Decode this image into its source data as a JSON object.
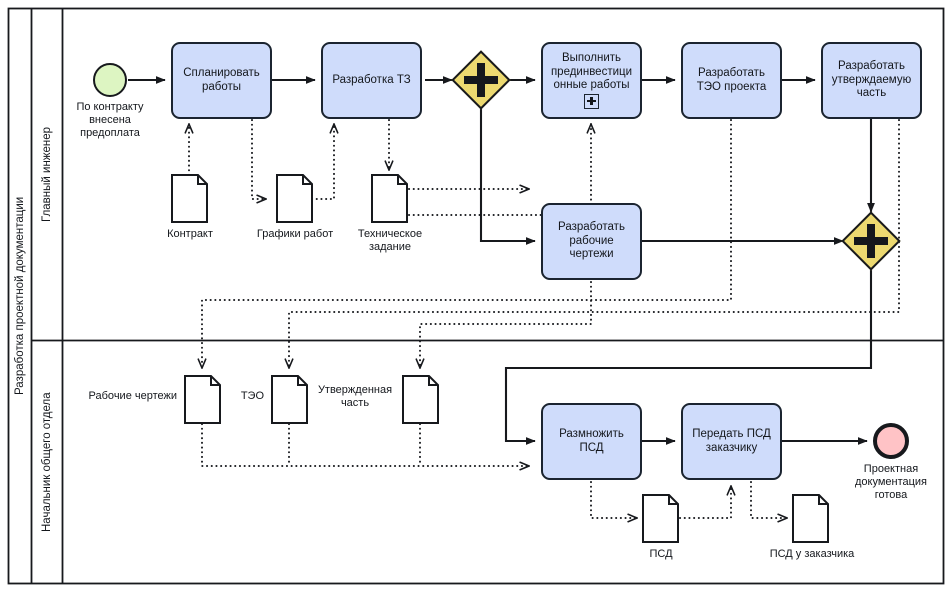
{
  "diagram": {
    "type": "bpmn",
    "title_pool": "Разработка проектной документации",
    "lanes": [
      {
        "id": "lane-engineer",
        "label": "Главный инженер"
      },
      {
        "id": "lane-dept-head",
        "label": "Начальник общего отдела"
      }
    ],
    "colors": {
      "task_fill": "#cfdcfb",
      "start_event_fill": "#ddf5c2",
      "end_event_fill": "#ffc3c6",
      "gateway_fill": "#ecd970",
      "stroke": "#17191d",
      "background": "#ffffff"
    },
    "events": [
      {
        "id": "start",
        "kind": "start",
        "label": "По контракту\nвнесена\nпредоплата"
      },
      {
        "id": "end",
        "kind": "end",
        "label": "Проектная\nдокументация\nготова"
      }
    ],
    "gateways": [
      {
        "id": "gw-split",
        "kind": "parallel",
        "symbol": "+"
      },
      {
        "id": "gw-join",
        "kind": "parallel",
        "symbol": "+"
      }
    ],
    "tasks": [
      {
        "id": "t-plan",
        "label": "Спланировать\nработы",
        "lane": "lane-engineer",
        "marker": "none"
      },
      {
        "id": "t-tz",
        "label": "Разработка ТЗ",
        "lane": "lane-engineer",
        "marker": "none"
      },
      {
        "id": "t-preinvest",
        "label": "Выполнить\nпрединвестици\nонные работы",
        "lane": "lane-engineer",
        "marker": "subprocess"
      },
      {
        "id": "t-teo",
        "label": "Разработать\nТЭО проекта",
        "lane": "lane-engineer",
        "marker": "none"
      },
      {
        "id": "t-approve",
        "label": "Разработать\nутверждаемую\nчасть",
        "lane": "lane-engineer",
        "marker": "none"
      },
      {
        "id": "t-drawings",
        "label": "Разработать\nрабочие\nчертежи",
        "lane": "lane-engineer",
        "marker": "none"
      },
      {
        "id": "t-copy",
        "label": "Размножить\nПСД",
        "lane": "lane-dept-head",
        "marker": "none"
      },
      {
        "id": "t-handover",
        "label": "Передать ПСД\nзаказчику",
        "lane": "lane-dept-head",
        "marker": "none"
      }
    ],
    "documents": [
      {
        "id": "doc-contract",
        "label": "Контракт",
        "lane": "lane-engineer",
        "label_pos": "below"
      },
      {
        "id": "doc-schedules",
        "label": "Графики работ",
        "lane": "lane-engineer",
        "label_pos": "below"
      },
      {
        "id": "doc-tz",
        "label": "Техническое\nзадание",
        "lane": "lane-engineer",
        "label_pos": "below"
      },
      {
        "id": "doc-drawings",
        "label": "Рабочие чертежи",
        "lane": "lane-dept-head",
        "label_pos": "left"
      },
      {
        "id": "doc-teo",
        "label": "ТЭО",
        "lane": "lane-dept-head",
        "label_pos": "left"
      },
      {
        "id": "doc-approved",
        "label": "Утвержденная\nчасть",
        "lane": "lane-dept-head",
        "label_pos": "left"
      },
      {
        "id": "doc-psd",
        "label": "ПСД",
        "lane": "lane-dept-head",
        "label_pos": "below"
      },
      {
        "id": "doc-psd-customer",
        "label": "ПСД у заказчика",
        "lane": "lane-dept-head",
        "label_pos": "below"
      }
    ],
    "sequence_flows": [
      {
        "from": "start",
        "to": "t-plan"
      },
      {
        "from": "t-plan",
        "to": "t-tz"
      },
      {
        "from": "t-tz",
        "to": "gw-split"
      },
      {
        "from": "gw-split",
        "to": "t-preinvest"
      },
      {
        "from": "gw-split",
        "to": "t-drawings"
      },
      {
        "from": "t-preinvest",
        "to": "t-teo"
      },
      {
        "from": "t-teo",
        "to": "t-approve"
      },
      {
        "from": "t-approve",
        "to": "gw-join"
      },
      {
        "from": "t-drawings",
        "to": "gw-join"
      },
      {
        "from": "gw-join",
        "to": "t-copy"
      },
      {
        "from": "t-copy",
        "to": "t-handover"
      },
      {
        "from": "t-handover",
        "to": "end"
      }
    ],
    "associations": [
      {
        "from": "doc-contract",
        "to": "t-plan"
      },
      {
        "from": "t-plan",
        "to": "doc-schedules"
      },
      {
        "from": "doc-schedules",
        "to": "t-tz"
      },
      {
        "from": "t-tz",
        "to": "doc-tz"
      },
      {
        "from": "doc-tz",
        "to": "t-drawings"
      },
      {
        "from": "doc-tz",
        "to": "t-preinvest"
      },
      {
        "from": "t-teo",
        "to": "doc-teo"
      },
      {
        "from": "t-approve",
        "to": "doc-approved"
      },
      {
        "from": "t-drawings",
        "to": "doc-drawings"
      },
      {
        "from": "doc-drawings",
        "to": "t-copy"
      },
      {
        "from": "doc-teo",
        "to": "t-copy"
      },
      {
        "from": "doc-approved",
        "to": "t-copy"
      },
      {
        "from": "t-copy",
        "to": "doc-psd"
      },
      {
        "from": "doc-psd",
        "to": "t-handover"
      },
      {
        "from": "t-handover",
        "to": "doc-psd-customer"
      }
    ]
  }
}
